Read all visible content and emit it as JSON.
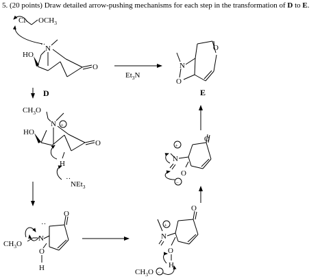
{
  "question": {
    "number": "5.",
    "points": "(20 points)",
    "text_before": "Draw detailed arrow-pushing mechanisms for each step in the transformation of",
    "compound_start": "D",
    "text_middle": "to",
    "compound_end": "E",
    "period": "."
  },
  "reagents": {
    "chloromethyl_ether": [
      "Cl",
      "OCH",
      "3"
    ],
    "triethylamine": [
      "Et",
      "3",
      "N"
    ],
    "triethylamine_base": [
      "NEt",
      "3"
    ],
    "methoxide": [
      "CH",
      "3",
      "O"
    ],
    "methoxy_group": [
      "CH",
      "3",
      "O"
    ],
    "methoxy_group2": [
      "CH",
      "3",
      "O"
    ]
  },
  "compounds": {
    "start_label": "D",
    "product_label": "E"
  },
  "atoms": {
    "N": "N",
    "O": "O",
    "H": "H",
    "HO": "HO",
    "plus": "+",
    "minus": "−"
  }
}
